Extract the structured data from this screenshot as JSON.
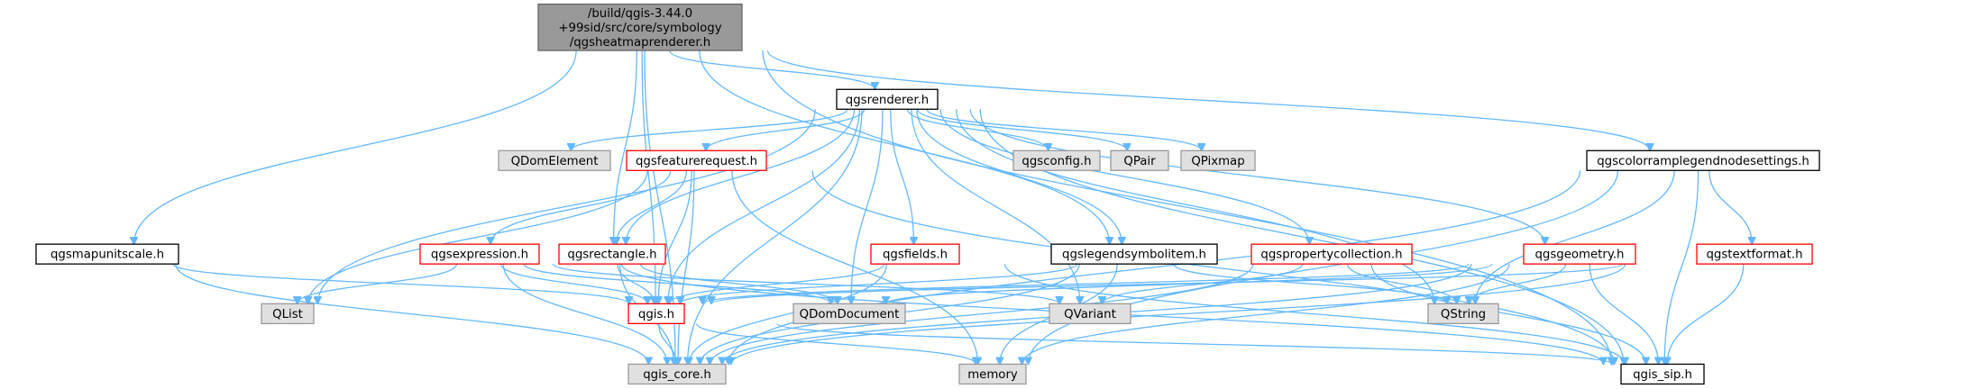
{
  "colors": {
    "edge": "#63b8ff",
    "root_fill": "#999999",
    "root_border": "#666666",
    "linked_border": "#000000",
    "truncated_border": "#ff0000",
    "external_fill": "#e0e0e0",
    "external_border": "#999999"
  },
  "nodes": {
    "root": {
      "lines": [
        "/build/qgis-3.44.0",
        "+99sid/src/core/symbology",
        "/qgsheatmaprenderer.h"
      ],
      "kind": "root"
    },
    "rend": {
      "lines": [
        "qgsrenderer.h"
      ],
      "kind": "plain"
    },
    "cramp": {
      "lines": [
        "qgscolorramplegendnodesettings.h"
      ],
      "kind": "plain"
    },
    "mapu": {
      "lines": [
        "qgsmapunitscale.h"
      ],
      "kind": "plain"
    },
    "qdome": {
      "lines": [
        "QDomElement"
      ],
      "kind": "gray"
    },
    "freq": {
      "lines": [
        "qgsfeaturerequest.h"
      ],
      "kind": "red"
    },
    "conf": {
      "lines": [
        "qgsconfig.h"
      ],
      "kind": "gray"
    },
    "qpair": {
      "lines": [
        "QPair"
      ],
      "kind": "gray"
    },
    "qpix": {
      "lines": [
        "QPixmap"
      ],
      "kind": "gray"
    },
    "expr": {
      "lines": [
        "qgsexpression.h"
      ],
      "kind": "red"
    },
    "rect": {
      "lines": [
        "qgsrectangle.h"
      ],
      "kind": "red"
    },
    "fields": {
      "lines": [
        "qgsfields.h"
      ],
      "kind": "red"
    },
    "lsym": {
      "lines": [
        "qgslegendsymbolitem.h"
      ],
      "kind": "plain"
    },
    "prop": {
      "lines": [
        "qgspropertycollection.h"
      ],
      "kind": "red"
    },
    "geom": {
      "lines": [
        "qgsgeometry.h"
      ],
      "kind": "red"
    },
    "txt": {
      "lines": [
        "qgstextformat.h"
      ],
      "kind": "red"
    },
    "qlist": {
      "lines": [
        "QList"
      ],
      "kind": "gray"
    },
    "qgis": {
      "lines": [
        "qgis.h"
      ],
      "kind": "red"
    },
    "qdomd": {
      "lines": [
        "QDomDocument"
      ],
      "kind": "gray"
    },
    "qvar": {
      "lines": [
        "QVariant"
      ],
      "kind": "gray"
    },
    "qstr": {
      "lines": [
        "QString"
      ],
      "kind": "gray"
    },
    "core": {
      "lines": [
        "qgis_core.h"
      ],
      "kind": "gray"
    },
    "mem": {
      "lines": [
        "memory"
      ],
      "kind": "gray"
    },
    "sip": {
      "lines": [
        "qgis_sip.h"
      ],
      "kind": "plain"
    }
  },
  "edges": [
    [
      "root",
      "rend"
    ],
    [
      "root",
      "cramp"
    ],
    [
      "root",
      "mapu"
    ],
    [
      "root",
      "core"
    ],
    [
      "root",
      "sip"
    ],
    [
      "root",
      "qgis"
    ],
    [
      "root",
      "rect"
    ],
    [
      "root",
      "lsym"
    ],
    [
      "rend",
      "qdome"
    ],
    [
      "rend",
      "freq"
    ],
    [
      "rend",
      "conf"
    ],
    [
      "rend",
      "qpair"
    ],
    [
      "rend",
      "qpix"
    ],
    [
      "rend",
      "rect"
    ],
    [
      "rend",
      "fields"
    ],
    [
      "rend",
      "lsym"
    ],
    [
      "rend",
      "prop"
    ],
    [
      "rend",
      "geom"
    ],
    [
      "rend",
      "qlist"
    ],
    [
      "rend",
      "qgis"
    ],
    [
      "rend",
      "qdomd"
    ],
    [
      "rend",
      "qvar"
    ],
    [
      "rend",
      "qstr"
    ],
    [
      "rend",
      "core"
    ],
    [
      "rend",
      "sip"
    ],
    [
      "cramp",
      "txt"
    ],
    [
      "cramp",
      "qstr"
    ],
    [
      "cramp",
      "core"
    ],
    [
      "cramp",
      "sip"
    ],
    [
      "cramp",
      "mem"
    ],
    [
      "mapu",
      "qgis"
    ],
    [
      "mapu",
      "core"
    ],
    [
      "freq",
      "expr"
    ],
    [
      "freq",
      "rect"
    ],
    [
      "freq",
      "qgis"
    ],
    [
      "freq",
      "qlist"
    ],
    [
      "freq",
      "core"
    ],
    [
      "freq",
      "sip"
    ],
    [
      "freq",
      "mem"
    ],
    [
      "expr",
      "qlist"
    ],
    [
      "expr",
      "qgis"
    ],
    [
      "expr",
      "qdomd"
    ],
    [
      "expr",
      "qvar"
    ],
    [
      "expr",
      "core"
    ],
    [
      "expr",
      "sip"
    ],
    [
      "rect",
      "qgis"
    ],
    [
      "rect",
      "qdomd"
    ],
    [
      "rect",
      "core"
    ],
    [
      "fields",
      "qgis"
    ],
    [
      "fields",
      "core"
    ],
    [
      "fields",
      "sip"
    ],
    [
      "lsym",
      "qgis"
    ],
    [
      "lsym",
      "qstr"
    ],
    [
      "lsym",
      "core"
    ],
    [
      "lsym",
      "mem"
    ],
    [
      "prop",
      "qvar"
    ],
    [
      "prop",
      "qstr"
    ],
    [
      "prop",
      "core"
    ],
    [
      "prop",
      "sip"
    ],
    [
      "geom",
      "qgis"
    ],
    [
      "geom",
      "qstr"
    ],
    [
      "geom",
      "qdomd"
    ],
    [
      "geom",
      "core"
    ],
    [
      "geom",
      "sip"
    ],
    [
      "geom",
      "mem"
    ],
    [
      "txt",
      "qgis"
    ],
    [
      "txt",
      "core"
    ],
    [
      "txt",
      "sip"
    ],
    [
      "qgis",
      "core"
    ],
    [
      "qgis",
      "mem"
    ],
    [
      "qgis",
      "sip"
    ]
  ]
}
